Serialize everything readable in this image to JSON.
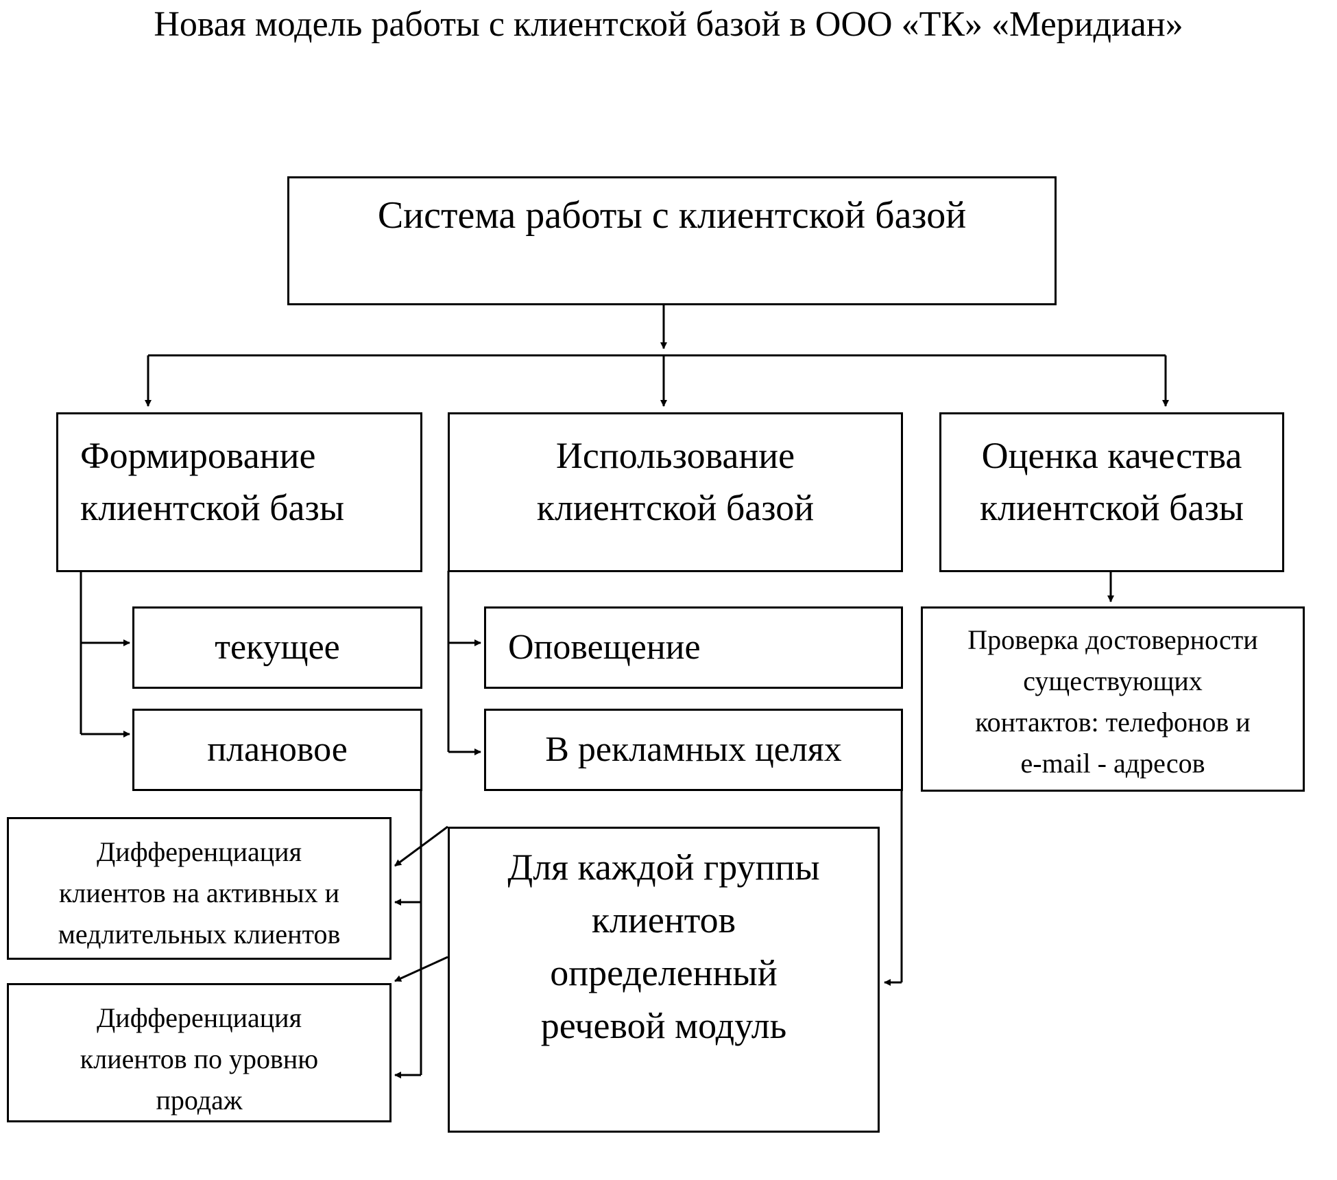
{
  "title": "Новая модель работы с клиентской базой в ООО «ТК» «Меридиан»",
  "root": {
    "lines": [
      "Система работы с клиентской базой"
    ]
  },
  "categories": [
    {
      "id": "formation",
      "lines": [
        "Формирование",
        "клиентской базы"
      ]
    },
    {
      "id": "usage",
      "lines": [
        "Использование",
        "клиентской базой"
      ]
    },
    {
      "id": "quality",
      "lines": [
        "Оценка качества",
        "клиентской базы"
      ]
    }
  ],
  "formation_items": [
    {
      "id": "current",
      "label": "текущее"
    },
    {
      "id": "planned",
      "label": "плановое"
    }
  ],
  "usage_items": [
    {
      "id": "notification",
      "label": "Оповещение"
    },
    {
      "id": "advertising",
      "label": "В рекламных целях"
    }
  ],
  "quality_item": {
    "lines": [
      "Проверка достоверности",
      "существующих",
      "контактов: телефонов и",
      "e-mail - адресов"
    ]
  },
  "differentiation": [
    {
      "id": "activity",
      "lines": [
        "Дифференциация",
        "клиентов на активных и",
        "медлительных клиентов"
      ]
    },
    {
      "id": "sales",
      "lines": [
        "Дифференциация",
        "клиентов по уровню",
        "продаж"
      ]
    }
  ],
  "speech_module": {
    "lines": [
      "Для каждой группы",
      "клиентов",
      "определенный",
      "речевой модуль"
    ]
  }
}
